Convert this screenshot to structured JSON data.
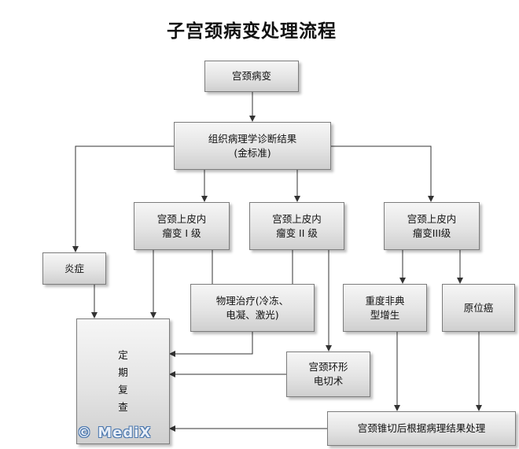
{
  "title": "子宫颈病变处理流程",
  "nodes": {
    "lesion": [
      "宫颈病变"
    ],
    "diagnosis": [
      "组织病理学诊断结果",
      "(金标准)"
    ],
    "inflammation": [
      "炎症"
    ],
    "cin1": [
      "宫颈上皮内",
      "瘤变 I 级"
    ],
    "cin2": [
      "宫颈上皮内",
      "瘤变 II 级"
    ],
    "cin3": [
      "宫颈上皮内",
      "瘤变III级"
    ],
    "physical": [
      "物理治疗(冷冻、",
      "电凝、激光)"
    ],
    "atypical": [
      "重度非典",
      "型增生"
    ],
    "cis": [
      "原位癌"
    ],
    "followup": [
      "定",
      "期",
      "复",
      "查"
    ],
    "leep": [
      "宫颈环形",
      "电切术"
    ],
    "cone": [
      "宫颈锥切后根据病理结果处理"
    ]
  },
  "watermark": "© MediX"
}
